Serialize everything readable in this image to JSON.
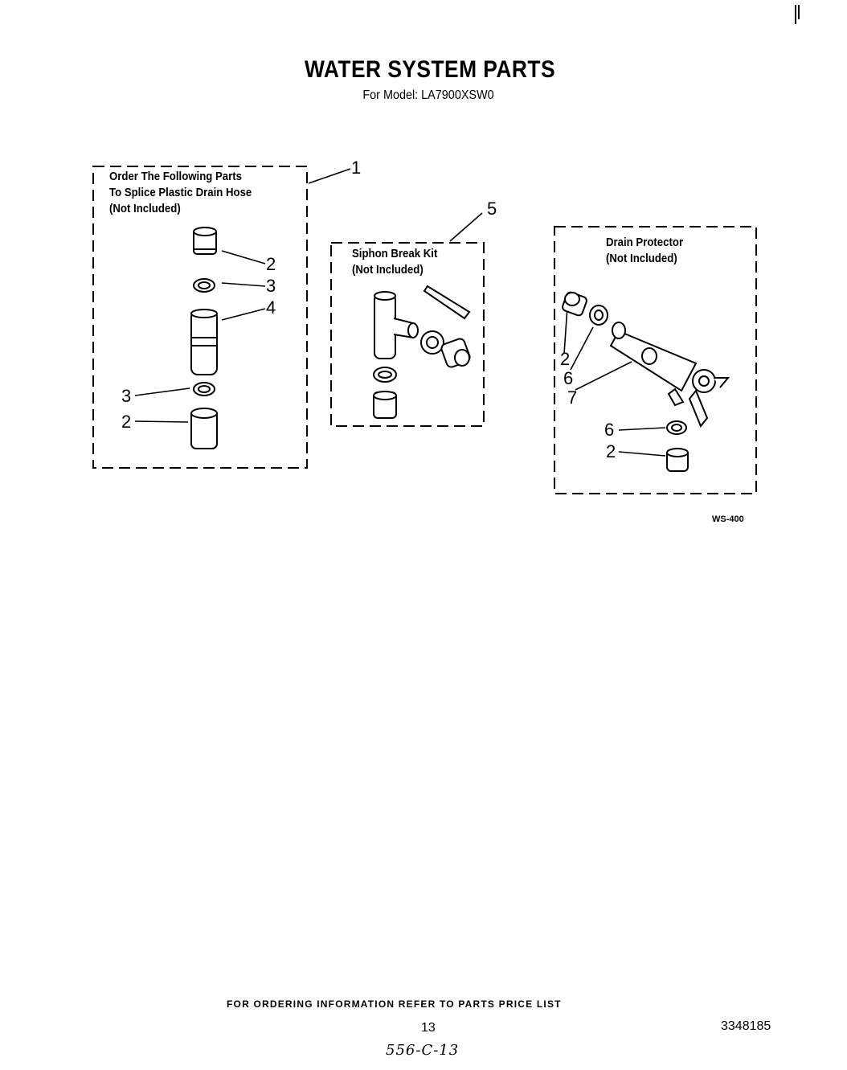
{
  "header": {
    "title": "WATER SYSTEM PARTS",
    "subtitle": "For Model: LA7900XSW0"
  },
  "groups": {
    "splice": {
      "label": "Order The Following Parts\nTo Splice Plastic Drain Hose\n(Not Included)",
      "callout": "1",
      "part_callouts": [
        "2",
        "3",
        "4",
        "3",
        "2"
      ]
    },
    "siphon": {
      "label": "Siphon Break Kit\n(Not Included)",
      "callout": "5"
    },
    "drain": {
      "label": "Drain Protector\n(Not Included)",
      "part_callouts": [
        "2",
        "6",
        "7",
        "6",
        "2"
      ]
    }
  },
  "figure_code": "WS-400",
  "footer": {
    "note": "FOR ORDERING INFORMATION REFER TO PARTS PRICE LIST",
    "page_number": "13",
    "doc_number": "3348185",
    "handwritten": "556-C-13"
  }
}
